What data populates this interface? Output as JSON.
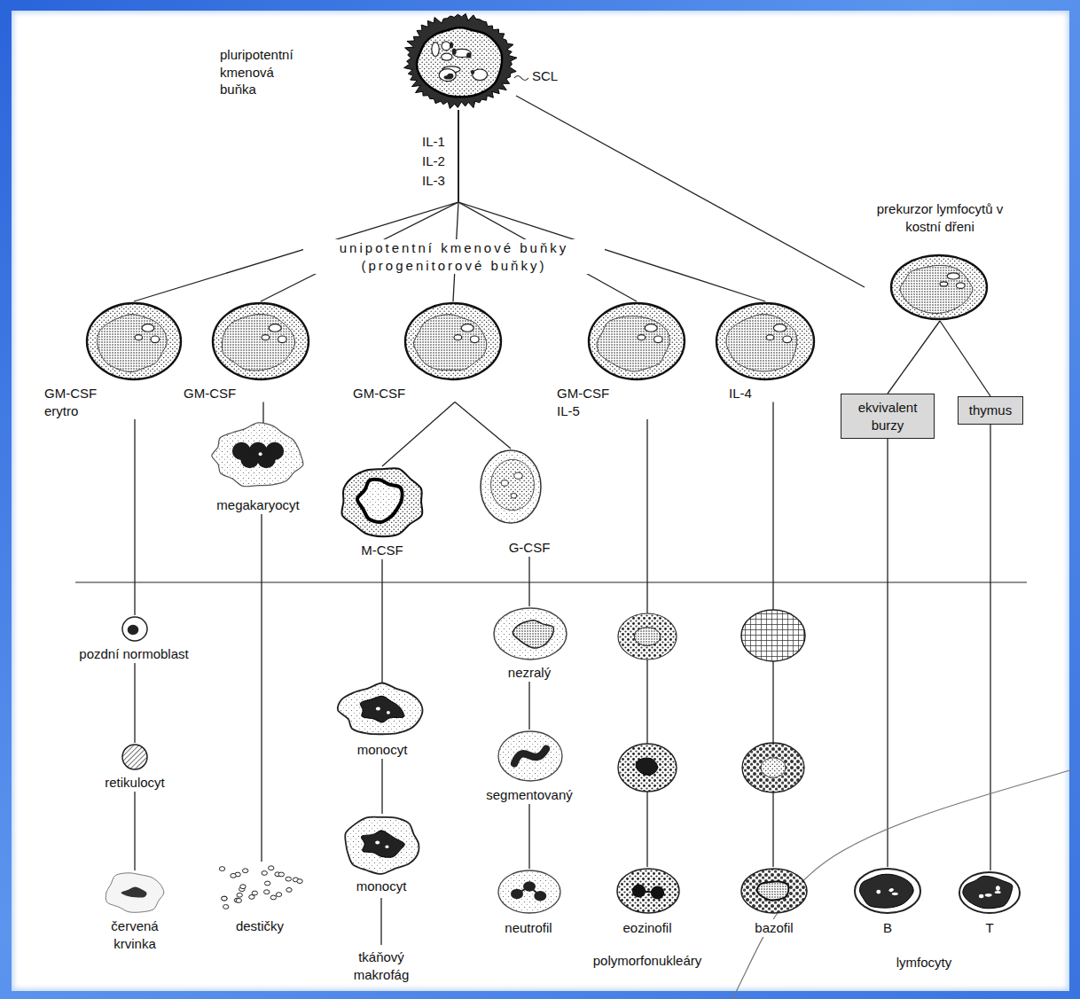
{
  "diagram": {
    "nodes": [
      {
        "text": [
          "pluripotentní kmenová buňka"
        ]
      },
      {
        "text": [
          "prekurzor lymfocytů v kostní dřeni"
        ]
      },
      {
        "text": [
          "GM-CSF erytro"
        ]
      },
      {
        "text": [
          "GM-CSF"
        ]
      },
      {
        "text": [
          "GM-CSF"
        ]
      },
      {
        "text": [
          "GM-CSF IL-5"
        ]
      },
      {
        "text": [
          "IL-4"
        ]
      },
      {
        "text": [
          "megakaryocyt"
        ]
      },
      {
        "text": [
          "M-CSF"
        ]
      },
      {
        "text": [
          "G-CSF"
        ]
      },
      {
        "text": [
          "ekvivalent burzy"
        ]
      },
      {
        "text": [
          "thymus"
        ]
      },
      {
        "text": [
          "pozdní normoblast"
        ]
      },
      {
        "text": [
          "nezralý"
        ]
      },
      {
        "text": [
          "retikulocyt"
        ]
      },
      {
        "text": [
          "monocyt"
        ]
      },
      {
        "text": [
          "segmentovaný"
        ]
      },
      {
        "text": [
          "červená krvinka"
        ]
      },
      {
        "text": [
          "destičky"
        ]
      },
      {
        "text": [
          "monocyt"
        ]
      },
      {
        "text": [
          "neutrofil"
        ]
      },
      {
        "text": [
          "eozinofil"
        ]
      },
      {
        "text": [
          "bazofil"
        ]
      },
      {
        "text": [
          "B"
        ]
      },
      {
        "text": [
          "T"
        ]
      }
    ],
    "edges": [
      {
        "from": 0,
        "to": 1,
        "arrow": "none"
      },
      {
        "from": 0,
        "to": 2,
        "arrow": "none"
      },
      {
        "from": 0,
        "to": 3,
        "arrow": "none"
      },
      {
        "from": 0,
        "to": 4,
        "arrow": "none"
      },
      {
        "from": 0,
        "to": 5,
        "arrow": "none"
      },
      {
        "from": 0,
        "to": 6,
        "arrow": "none"
      },
      {
        "from": 1,
        "to": 10,
        "arrow": "none"
      },
      {
        "from": 1,
        "to": 11,
        "arrow": "none"
      },
      {
        "from": 2,
        "to": 12,
        "arrow": "none"
      },
      {
        "from": 3,
        "to": 7,
        "arrow": "none"
      },
      {
        "from": 4,
        "to": 8,
        "arrow": "none"
      },
      {
        "from": 4,
        "to": 9,
        "arrow": "none"
      },
      {
        "from": 5,
        "to": 21,
        "arrow": "none"
      },
      {
        "from": 6,
        "to": 22,
        "arrow": "none"
      },
      {
        "from": 10,
        "to": 23,
        "arrow": "none"
      },
      {
        "from": 11,
        "to": 24,
        "arrow": "none"
      },
      {
        "from": 7,
        "to": 18,
        "arrow": "none"
      },
      {
        "from": 8,
        "to": 15,
        "arrow": "none"
      },
      {
        "from": 9,
        "to": 13,
        "arrow": "none"
      },
      {
        "from": 12,
        "to": 14,
        "arrow": "none"
      },
      {
        "from": 13,
        "to": 16,
        "arrow": "none"
      },
      {
        "from": 14,
        "to": 17,
        "arrow": "none"
      },
      {
        "from": 15,
        "to": 19,
        "arrow": "none"
      },
      {
        "from": 16,
        "to": 20,
        "arrow": "none"
      }
    ],
    "labels": [
      "SCL",
      "IL-1",
      "IL-2",
      "IL-3",
      "unipotentní kmenové buňky (progenitorové buňky)",
      "tkáňový makrofág",
      "polymorfonukleáry",
      "lymfocyty"
    ]
  }
}
